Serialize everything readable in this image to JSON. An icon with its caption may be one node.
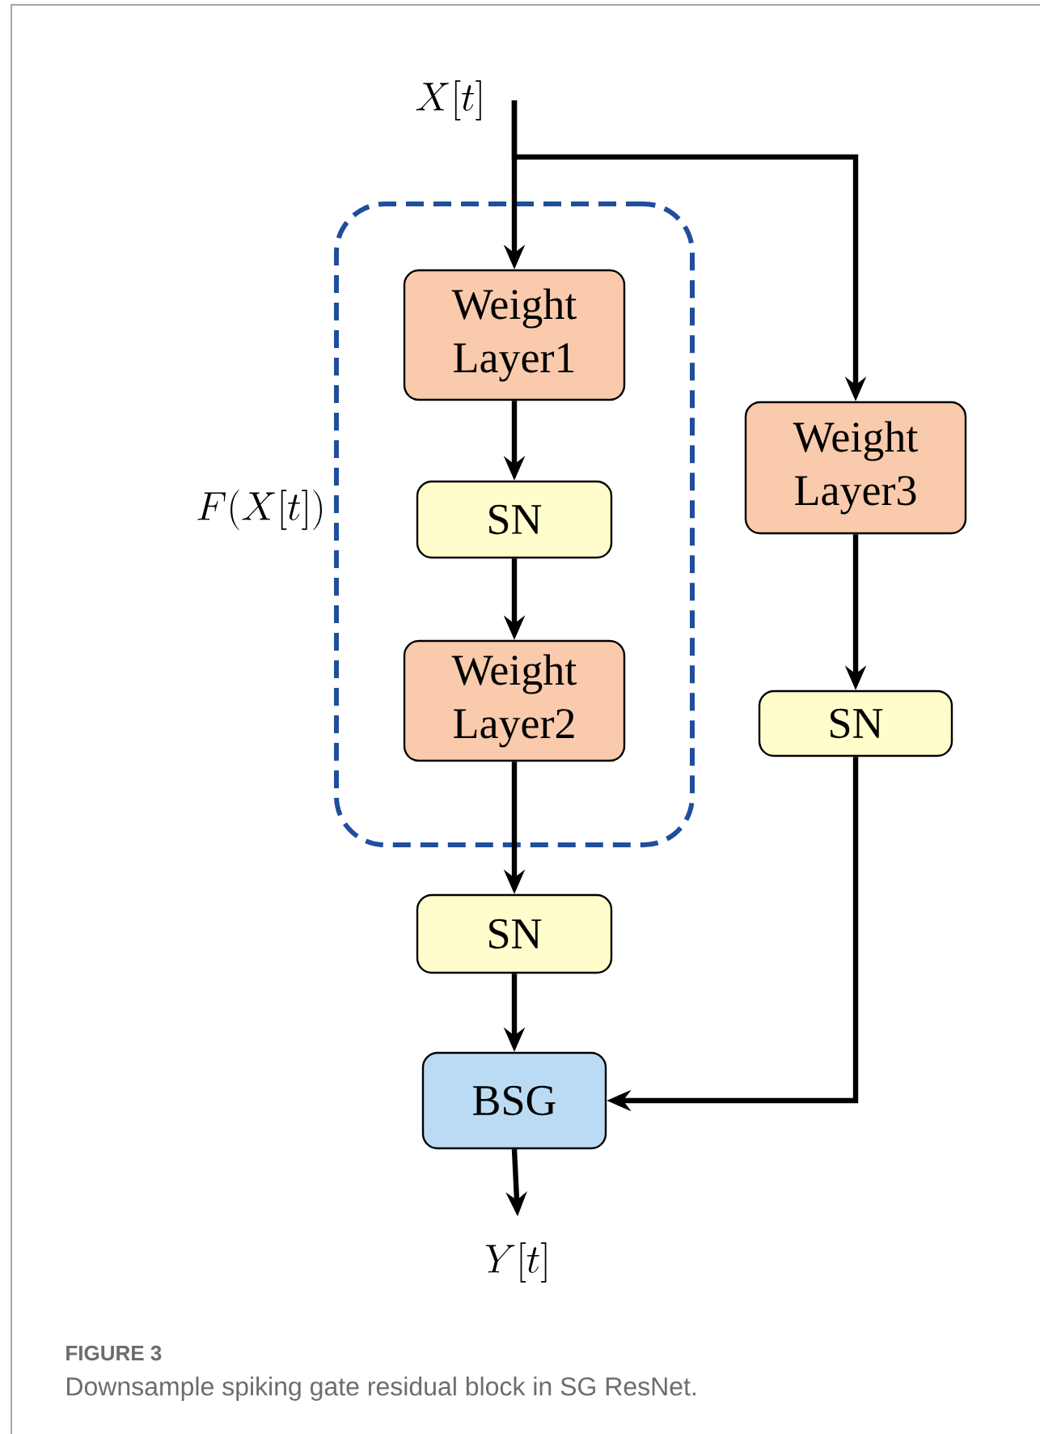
{
  "diagram": {
    "caption": "Downsample spiking gate residual block in SG ResNet.",
    "nodes": [
      {
        "text": [
          "X[t]"
        ]
      },
      {
        "text": [
          "F(X[t])"
        ]
      },
      {
        "text": [
          "Weight Layer1"
        ],
        "in": 1
      },
      {
        "text": [
          "SN"
        ],
        "in": 1
      },
      {
        "text": [
          "Weight Layer2"
        ],
        "in": 1
      },
      {
        "text": [
          "Weight Layer3"
        ]
      },
      {
        "text": [
          "SN"
        ]
      },
      {
        "text": [
          "SN"
        ]
      },
      {
        "text": [
          "BSG"
        ]
      },
      {
        "text": [
          "Y[t]"
        ]
      }
    ],
    "edges": [
      {
        "from": 0,
        "to": 2,
        "arrow": "to"
      },
      {
        "from": 0,
        "to": 5,
        "arrow": "to"
      },
      {
        "from": 2,
        "to": 3,
        "arrow": "to"
      },
      {
        "from": 3,
        "to": 4,
        "arrow": "to"
      },
      {
        "from": 4,
        "to": 7,
        "arrow": "to"
      },
      {
        "from": 5,
        "to": 6,
        "arrow": "to"
      },
      {
        "from": 6,
        "to": 8,
        "arrow": "to"
      },
      {
        "from": 7,
        "to": 8,
        "arrow": "to"
      },
      {
        "from": 8,
        "to": 9,
        "arrow": "to"
      }
    ],
    "labels": [
      "FIGURE 3"
    ]
  }
}
